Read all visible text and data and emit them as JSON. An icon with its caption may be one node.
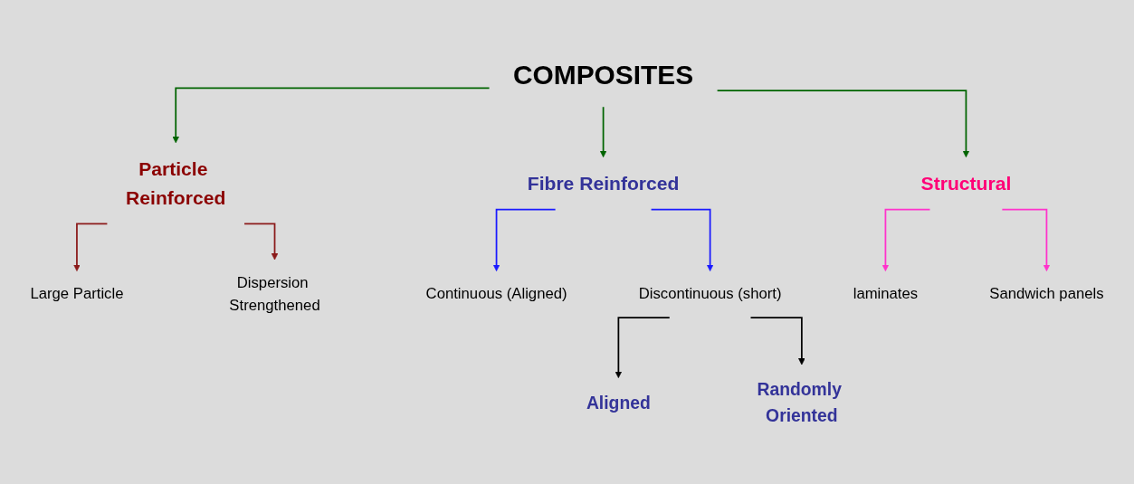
{
  "diagram": {
    "nodes": [
      {
        "text": [
          "COMPOSITES"
        ]
      },
      {
        "text": [
          "Particle Reinforced"
        ]
      },
      {
        "text": [
          "Fibre Reinforced"
        ]
      },
      {
        "text": [
          "Structural"
        ]
      },
      {
        "text": [
          "Large Particle"
        ]
      },
      {
        "text": [
          "Dispersion Strengthened"
        ]
      },
      {
        "text": [
          "Continuous (Aligned)"
        ]
      },
      {
        "text": [
          "Discontinuous (short)"
        ]
      },
      {
        "text": [
          "laminates"
        ]
      },
      {
        "text": [
          "Sandwich panels"
        ]
      },
      {
        "text": [
          "Aligned"
        ]
      },
      {
        "text": [
          "Randomly Oriented"
        ]
      }
    ],
    "edges": [
      {
        "from": 0,
        "to": 1,
        "arrow": "to",
        "color": "#006400"
      },
      {
        "from": 0,
        "to": 2,
        "arrow": "to",
        "color": "#006400"
      },
      {
        "from": 0,
        "to": 3,
        "arrow": "to",
        "color": "#006400"
      },
      {
        "from": 1,
        "to": 4,
        "arrow": "to",
        "color": "#8b1a1a"
      },
      {
        "from": 1,
        "to": 5,
        "arrow": "to",
        "color": "#8b1a1a"
      },
      {
        "from": 2,
        "to": 6,
        "arrow": "to",
        "color": "#1a1aff"
      },
      {
        "from": 2,
        "to": 7,
        "arrow": "to",
        "color": "#1a1aff"
      },
      {
        "from": 3,
        "to": 8,
        "arrow": "to",
        "color": "#ff33cc"
      },
      {
        "from": 3,
        "to": 9,
        "arrow": "to",
        "color": "#ff33cc"
      },
      {
        "from": 7,
        "to": 10,
        "arrow": "to",
        "color": "#000000"
      },
      {
        "from": 7,
        "to": 11,
        "arrow": "to",
        "color": "#000000"
      }
    ]
  }
}
